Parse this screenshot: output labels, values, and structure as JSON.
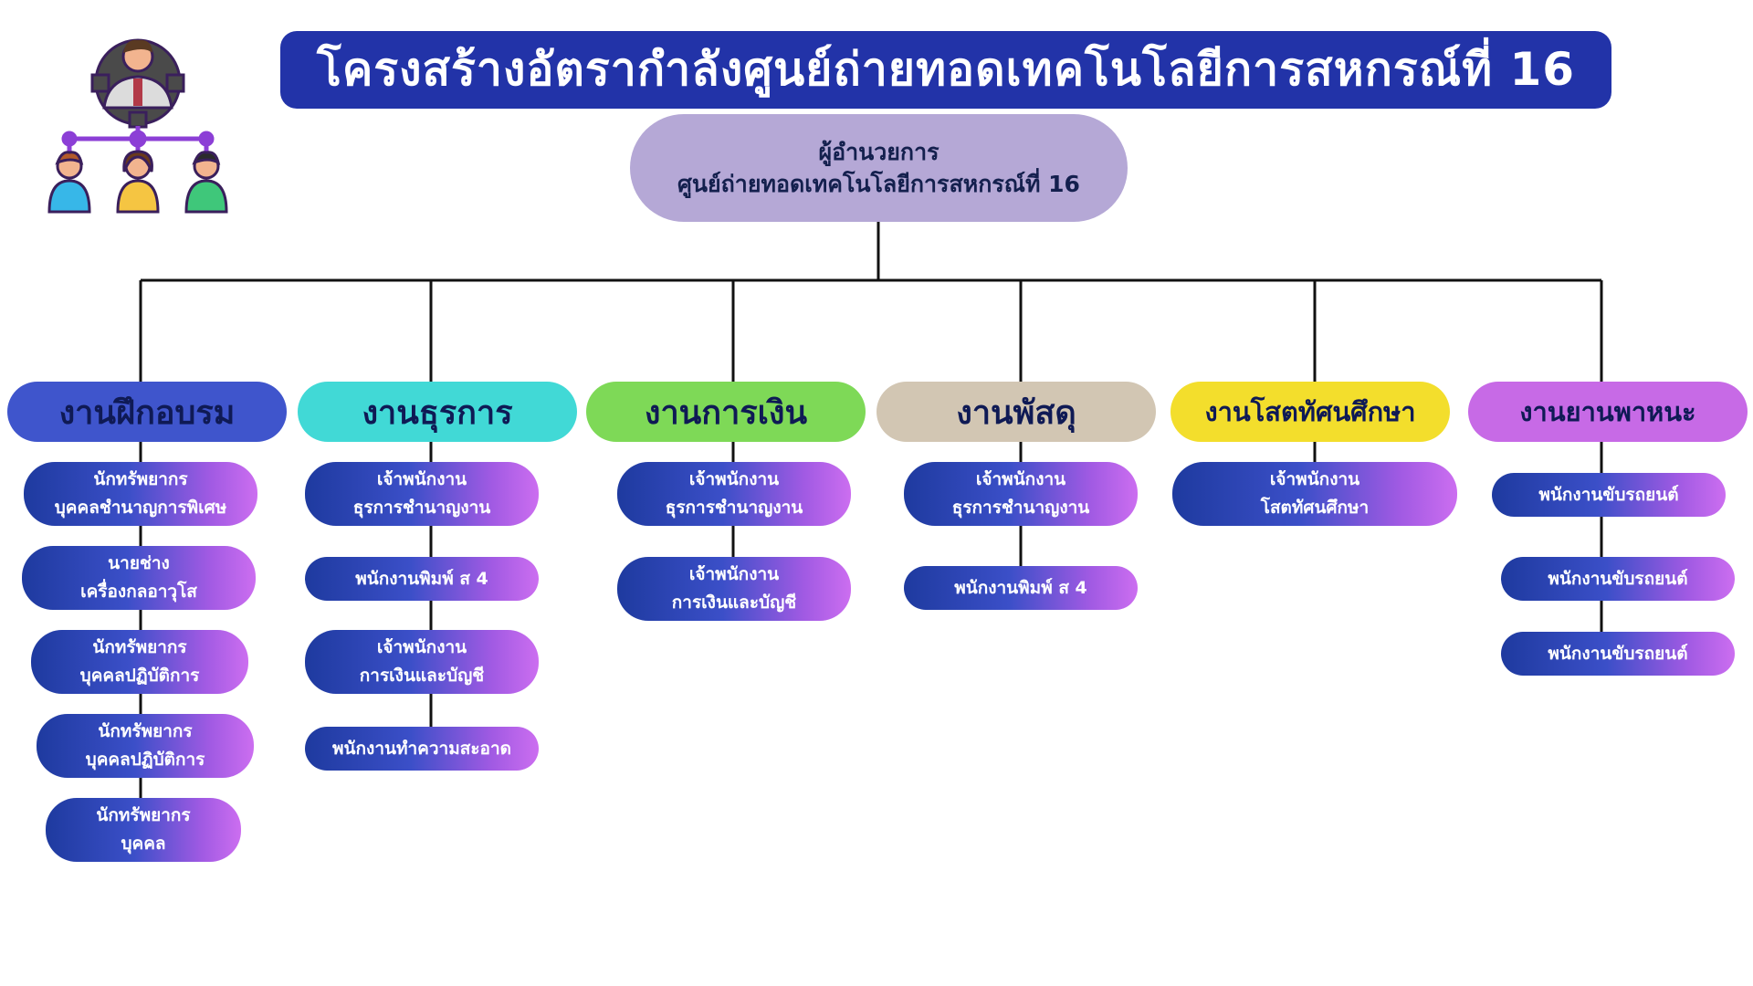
{
  "title": "โครงสร้างอัตรากำลังศูนย์ถ่ายทอดเทคโนโลยีการสหกรณ์ที่ 16",
  "director": {
    "line1": "ผู้อำนวยการ",
    "line2": "ศูนย์ถ่ายทอดเทคโนโลยีการสหกรณ์ที่ 16"
  },
  "icons": {
    "org": "org-chart-icon"
  },
  "colors": {
    "title_bg": "#2233a8",
    "director_bg": "#b5a8d6",
    "connector": "#111111",
    "position_gradient": [
      "#1e3a9f",
      "#cc6ef0"
    ]
  },
  "departments": [
    {
      "name": "งานฝึกอบรม",
      "color": "#3f55cc",
      "text_color": "#0f1a55",
      "positions": [
        {
          "line1": "นักทรัพยากร",
          "line2": "บุคคลชำนาญการพิเศษ"
        },
        {
          "line1": "นายช่าง",
          "line2": "เครื่องกลอาวุโส"
        },
        {
          "line1": "นักทรัพยากร",
          "line2": "บุคคลปฏิบัติการ"
        },
        {
          "line1": "นักทรัพยากร",
          "line2": "บุคคลปฏิบัติการ"
        },
        {
          "line1": "นักทรัพยากร",
          "line2": "บุคคล"
        }
      ]
    },
    {
      "name": "งานธุรการ",
      "color": "#41d9d6",
      "text_color": "#0f1a55",
      "positions": [
        {
          "line1": "เจ้าพนักงาน",
          "line2": "ธุรการชำนาญงาน"
        },
        {
          "line1": "พนักงานพิมพ์ ส 4",
          "line2": ""
        },
        {
          "line1": "เจ้าพนักงาน",
          "line2": "การเงินและบัญชี"
        },
        {
          "line1": "พนักงานทำความสะอาด",
          "line2": ""
        }
      ]
    },
    {
      "name": "งานการเงิน",
      "color": "#7ed957",
      "text_color": "#0f1a55",
      "positions": [
        {
          "line1": "เจ้าพนักงาน",
          "line2": "ธุรการชำนาญงาน"
        },
        {
          "line1": "เจ้าพนักงาน",
          "line2": "การเงินและบัญชี"
        }
      ]
    },
    {
      "name": "งานพัสดุ",
      "color": "#d2c6b3",
      "text_color": "#0f1a55",
      "positions": [
        {
          "line1": "เจ้าพนักงาน",
          "line2": "ธุรการชำนาญงาน"
        },
        {
          "line1": "พนักงานพิมพ์ ส 4",
          "line2": ""
        }
      ]
    },
    {
      "name": "งานโสตทัศนศึกษา",
      "color": "#f3de2c",
      "text_color": "#0f1a55",
      "positions": [
        {
          "line1": "เจ้าพนักงาน",
          "line2": "โสตทัศนศึกษา"
        }
      ]
    },
    {
      "name": "งานยานพาหนะ",
      "color": "#c76ae6",
      "text_color": "#0f1a55",
      "positions": [
        {
          "line1": "พนักงานขับรถยนต์",
          "line2": ""
        },
        {
          "line1": "พนักงานขับรถยนต์",
          "line2": ""
        },
        {
          "line1": "พนักงานขับรถยนต์",
          "line2": ""
        }
      ]
    }
  ]
}
